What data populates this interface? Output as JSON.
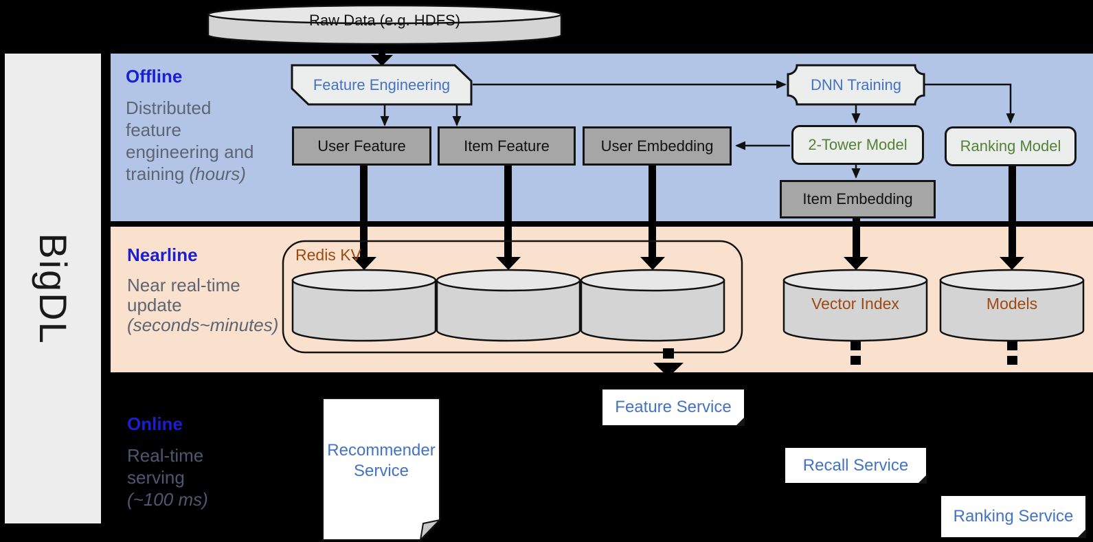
{
  "brand": {
    "label": "BigDL"
  },
  "raw_data": {
    "label": "Raw Data (e.g. HDFS)"
  },
  "sections": {
    "offline": {
      "title": "Offline",
      "desc1": "Distributed",
      "desc2": "feature",
      "desc3": "engineering and",
      "desc4": "training ",
      "desc4_italic": "(hours)"
    },
    "nearline": {
      "title": "Nearline",
      "desc1": "Near real-time",
      "desc2": "update",
      "desc3_italic": "(seconds~minutes)"
    },
    "online": {
      "title": "Online",
      "desc1": "Real-time",
      "desc2": "serving",
      "desc3_italic": "(~100 ms)"
    }
  },
  "offline_nodes": {
    "feature_engineering": "Feature Engineering",
    "dnn_training": "DNN Training",
    "user_feature": "User Feature",
    "item_feature": "Item Feature",
    "user_embedding": "User Embedding",
    "two_tower_model": "2-Tower Model",
    "ranking_model": "Ranking Model",
    "item_embedding": "Item Embedding"
  },
  "nearline_nodes": {
    "redis_kv": "Redis KV",
    "vector_index": "Vector Index",
    "models": "Models"
  },
  "online_nodes": {
    "recommender_service_line1": "Recommender",
    "recommender_service_line2": "Service",
    "feature_service": "Feature Service",
    "recall_service": "Recall Service",
    "ranking_service": "Ranking Service"
  },
  "colors": {
    "offline_band": "#b2c5e6",
    "nearline_band": "#f9e1cd",
    "background": "#000000",
    "panel_fill": "#ededed",
    "section_title_blue": "#1a1fd0",
    "body_text_gray": "#5d6573",
    "online_body_text": "#4d5870",
    "node_blue_text": "#4472c4",
    "node_green_text": "#548235",
    "nearline_brown_text": "#9c4a12",
    "gray_node_fill": "#a6a6a6",
    "light_node_fill": "#eceded",
    "cylinder_fill": "#d9d9d9"
  }
}
